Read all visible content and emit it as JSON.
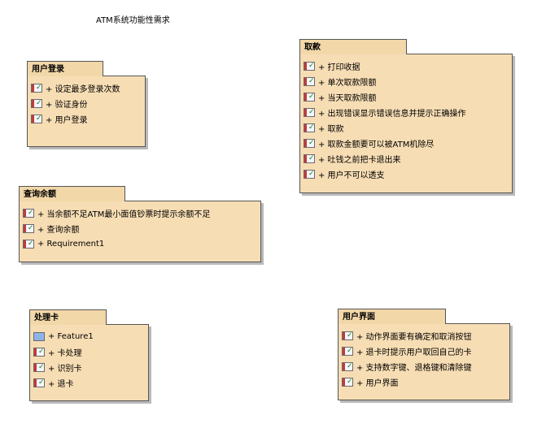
{
  "diagram": {
    "title": "ATM系统功能性需求"
  },
  "packages": {
    "login": {
      "name": "用户登录",
      "items": [
        "+ 设定最多登录次数",
        "+ 验证身份",
        "+ 用户登录"
      ]
    },
    "withdraw": {
      "name": "取款",
      "items": [
        "+ 打印收据",
        "+ 单次取款限额",
        "+ 当天取款限额",
        "+ 出现错误显示错误信息并提示正确操作",
        "+ 取款",
        "+ 取款金额要可以被ATM机除尽",
        "+ 吐钱之前把卡退出来",
        "+ 用户不可以透支"
      ]
    },
    "balance": {
      "name": "查询余额",
      "items": [
        "+ 当余额不足ATM最小面值钞票时提示余额不足",
        "+ 查询余额",
        "+ Requirement1"
      ]
    },
    "card": {
      "name": "处理卡",
      "items": [
        "+ Feature1",
        "+ 卡处理",
        "+ 识别卡",
        "+ 退卡"
      ]
    },
    "ui": {
      "name": "用户界面",
      "items": [
        "+ 动作界面要有确定和取消按钮",
        "+ 退卡时提示用户取回自己的卡",
        "+ 支持数字键、退格键和清除键",
        "+ 用户界面"
      ]
    }
  }
}
